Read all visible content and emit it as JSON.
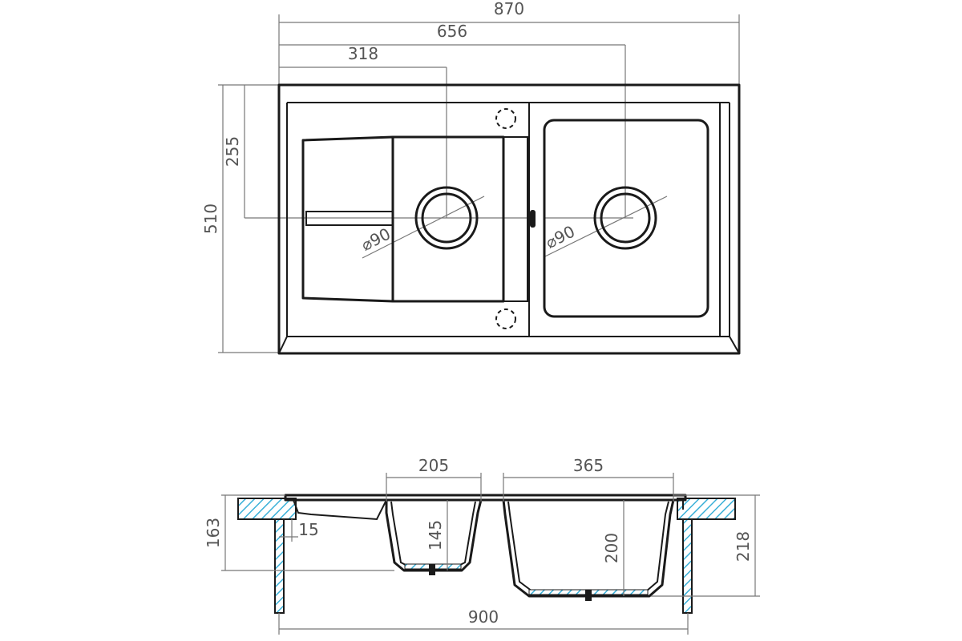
{
  "colors": {
    "outline": "#1a1a1a",
    "dimension": "#777777",
    "text": "#555555",
    "hatch_accent": "#3ab0d8"
  },
  "top_view": {
    "dims": {
      "overall_width": "870",
      "to_second_drain": "656",
      "to_first_drain": "318",
      "overall_depth": "510",
      "to_drain_depth": "255",
      "drain_left": "⌀90",
      "drain_right": "⌀90"
    }
  },
  "side_view": {
    "dims": {
      "small_bowl_width": "205",
      "large_bowl_width": "365",
      "overall_height": "163",
      "rim_offset": "15",
      "small_bowl_depth": "145",
      "large_bowl_depth": "200",
      "total_height": "218",
      "cutout_width": "900"
    }
  }
}
